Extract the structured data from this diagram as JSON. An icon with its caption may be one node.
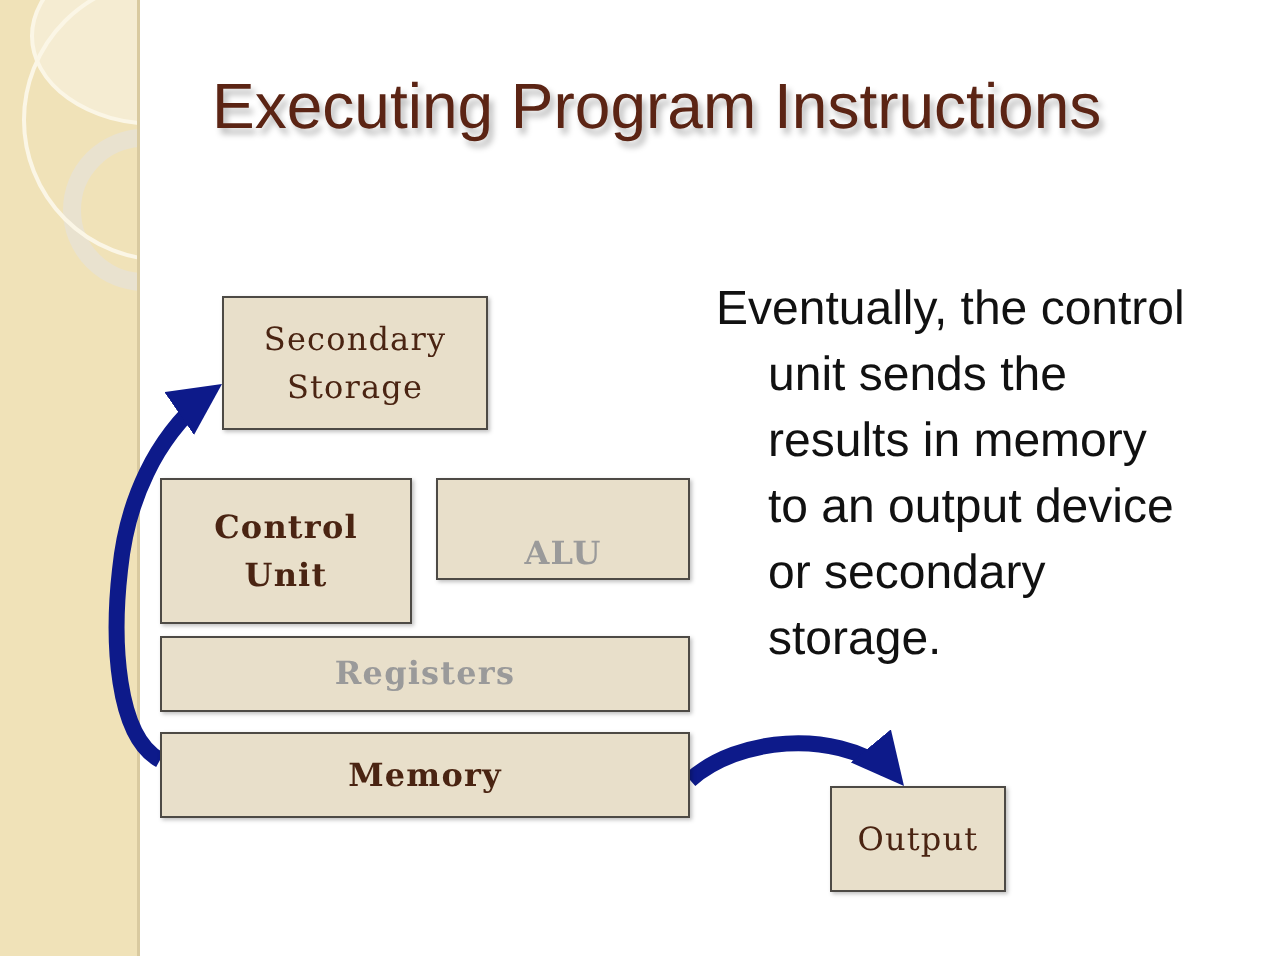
{
  "diagram": {
    "title": "Executing Program Instructions",
    "nodes": [
      {
        "text": [
          "Secondary Storage"
        ]
      },
      {
        "text": [
          "Control Unit"
        ]
      },
      {
        "text": [
          "ALU"
        ]
      },
      {
        "text": [
          "Registers"
        ]
      },
      {
        "text": [
          "Memory"
        ]
      },
      {
        "text": [
          "Output"
        ]
      }
    ],
    "edges": [
      {
        "from": 4,
        "to": 0,
        "arrow": "to"
      },
      {
        "from": 4,
        "to": 5,
        "arrow": "to"
      }
    ],
    "labels": [
      "Eventually, the control unit sends the results in memory to an output device or secondary storage."
    ]
  }
}
